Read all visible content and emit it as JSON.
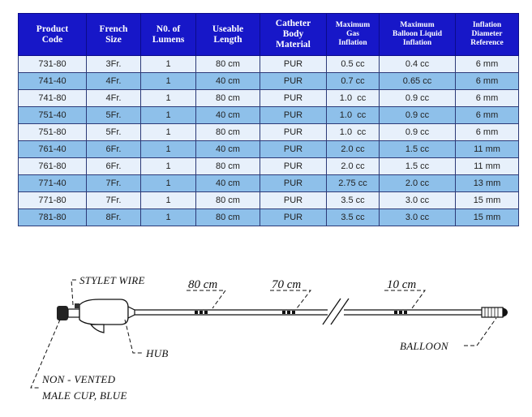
{
  "table": {
    "headers": [
      [
        "Product",
        "Code"
      ],
      [
        "French",
        "Size"
      ],
      [
        "N0. of",
        "Lumens"
      ],
      [
        "Useable",
        "Length"
      ],
      [
        "Catheter",
        "Body",
        "Material"
      ],
      [
        "Maximum",
        "Gas",
        "Inflation"
      ],
      [
        "Maximum",
        "Balloon Liquid",
        "Inflation"
      ],
      [
        "Inflation",
        "Diameter",
        "Reference"
      ]
    ],
    "rows": [
      [
        "731-80",
        "3Fr.",
        "1",
        "80 cm",
        "PUR",
        "0.5 cc",
        "0.4 cc",
        "6 mm"
      ],
      [
        "741-40",
        "4Fr.",
        "1",
        "40 cm",
        "PUR",
        "0.7 cc",
        "0.65 cc",
        "6 mm"
      ],
      [
        "741-80",
        "4Fr.",
        "1",
        "80 cm",
        "PUR",
        "1.0  cc",
        "0.9 cc",
        "6 mm"
      ],
      [
        "751-40",
        "5Fr.",
        "1",
        "40 cm",
        "PUR",
        "1.0  cc",
        "0.9 cc",
        "6 mm"
      ],
      [
        "751-80",
        "5Fr.",
        "1",
        "80 cm",
        "PUR",
        "1.0  cc",
        "0.9 cc",
        "6 mm"
      ],
      [
        "761-40",
        "6Fr.",
        "1",
        "40 cm",
        "PUR",
        "2.0 cc",
        "1.5 cc",
        "11 mm"
      ],
      [
        "761-80",
        "6Fr.",
        "1",
        "80 cm",
        "PUR",
        "2.0 cc",
        "1.5 cc",
        "11 mm"
      ],
      [
        "771-40",
        "7Fr.",
        "1",
        "40 cm",
        "PUR",
        "2.75 cc",
        "2.0 cc",
        "13 mm"
      ],
      [
        "771-80",
        "7Fr.",
        "1",
        "80 cm",
        "PUR",
        "3.5 cc",
        "3.0 cc",
        "15 mm"
      ],
      [
        "781-80",
        "8Fr.",
        "1",
        "80 cm",
        "PUR",
        "3.5 cc",
        "3.0 cc",
        "15 mm"
      ]
    ]
  },
  "diagram": {
    "stylet_wire": "STYLET WIRE",
    "mark_80": "80 cm",
    "mark_70": "70 cm",
    "mark_10": "10 cm",
    "hub": "HUB",
    "balloon": "BALLOON",
    "cup_line1": "NON - VENTED",
    "cup_line2": "MALE CUP, BLUE"
  },
  "colors": {
    "header_bg": "#1717c8",
    "row_light": "#e7f0fb",
    "row_blue": "#8ec0ea"
  }
}
